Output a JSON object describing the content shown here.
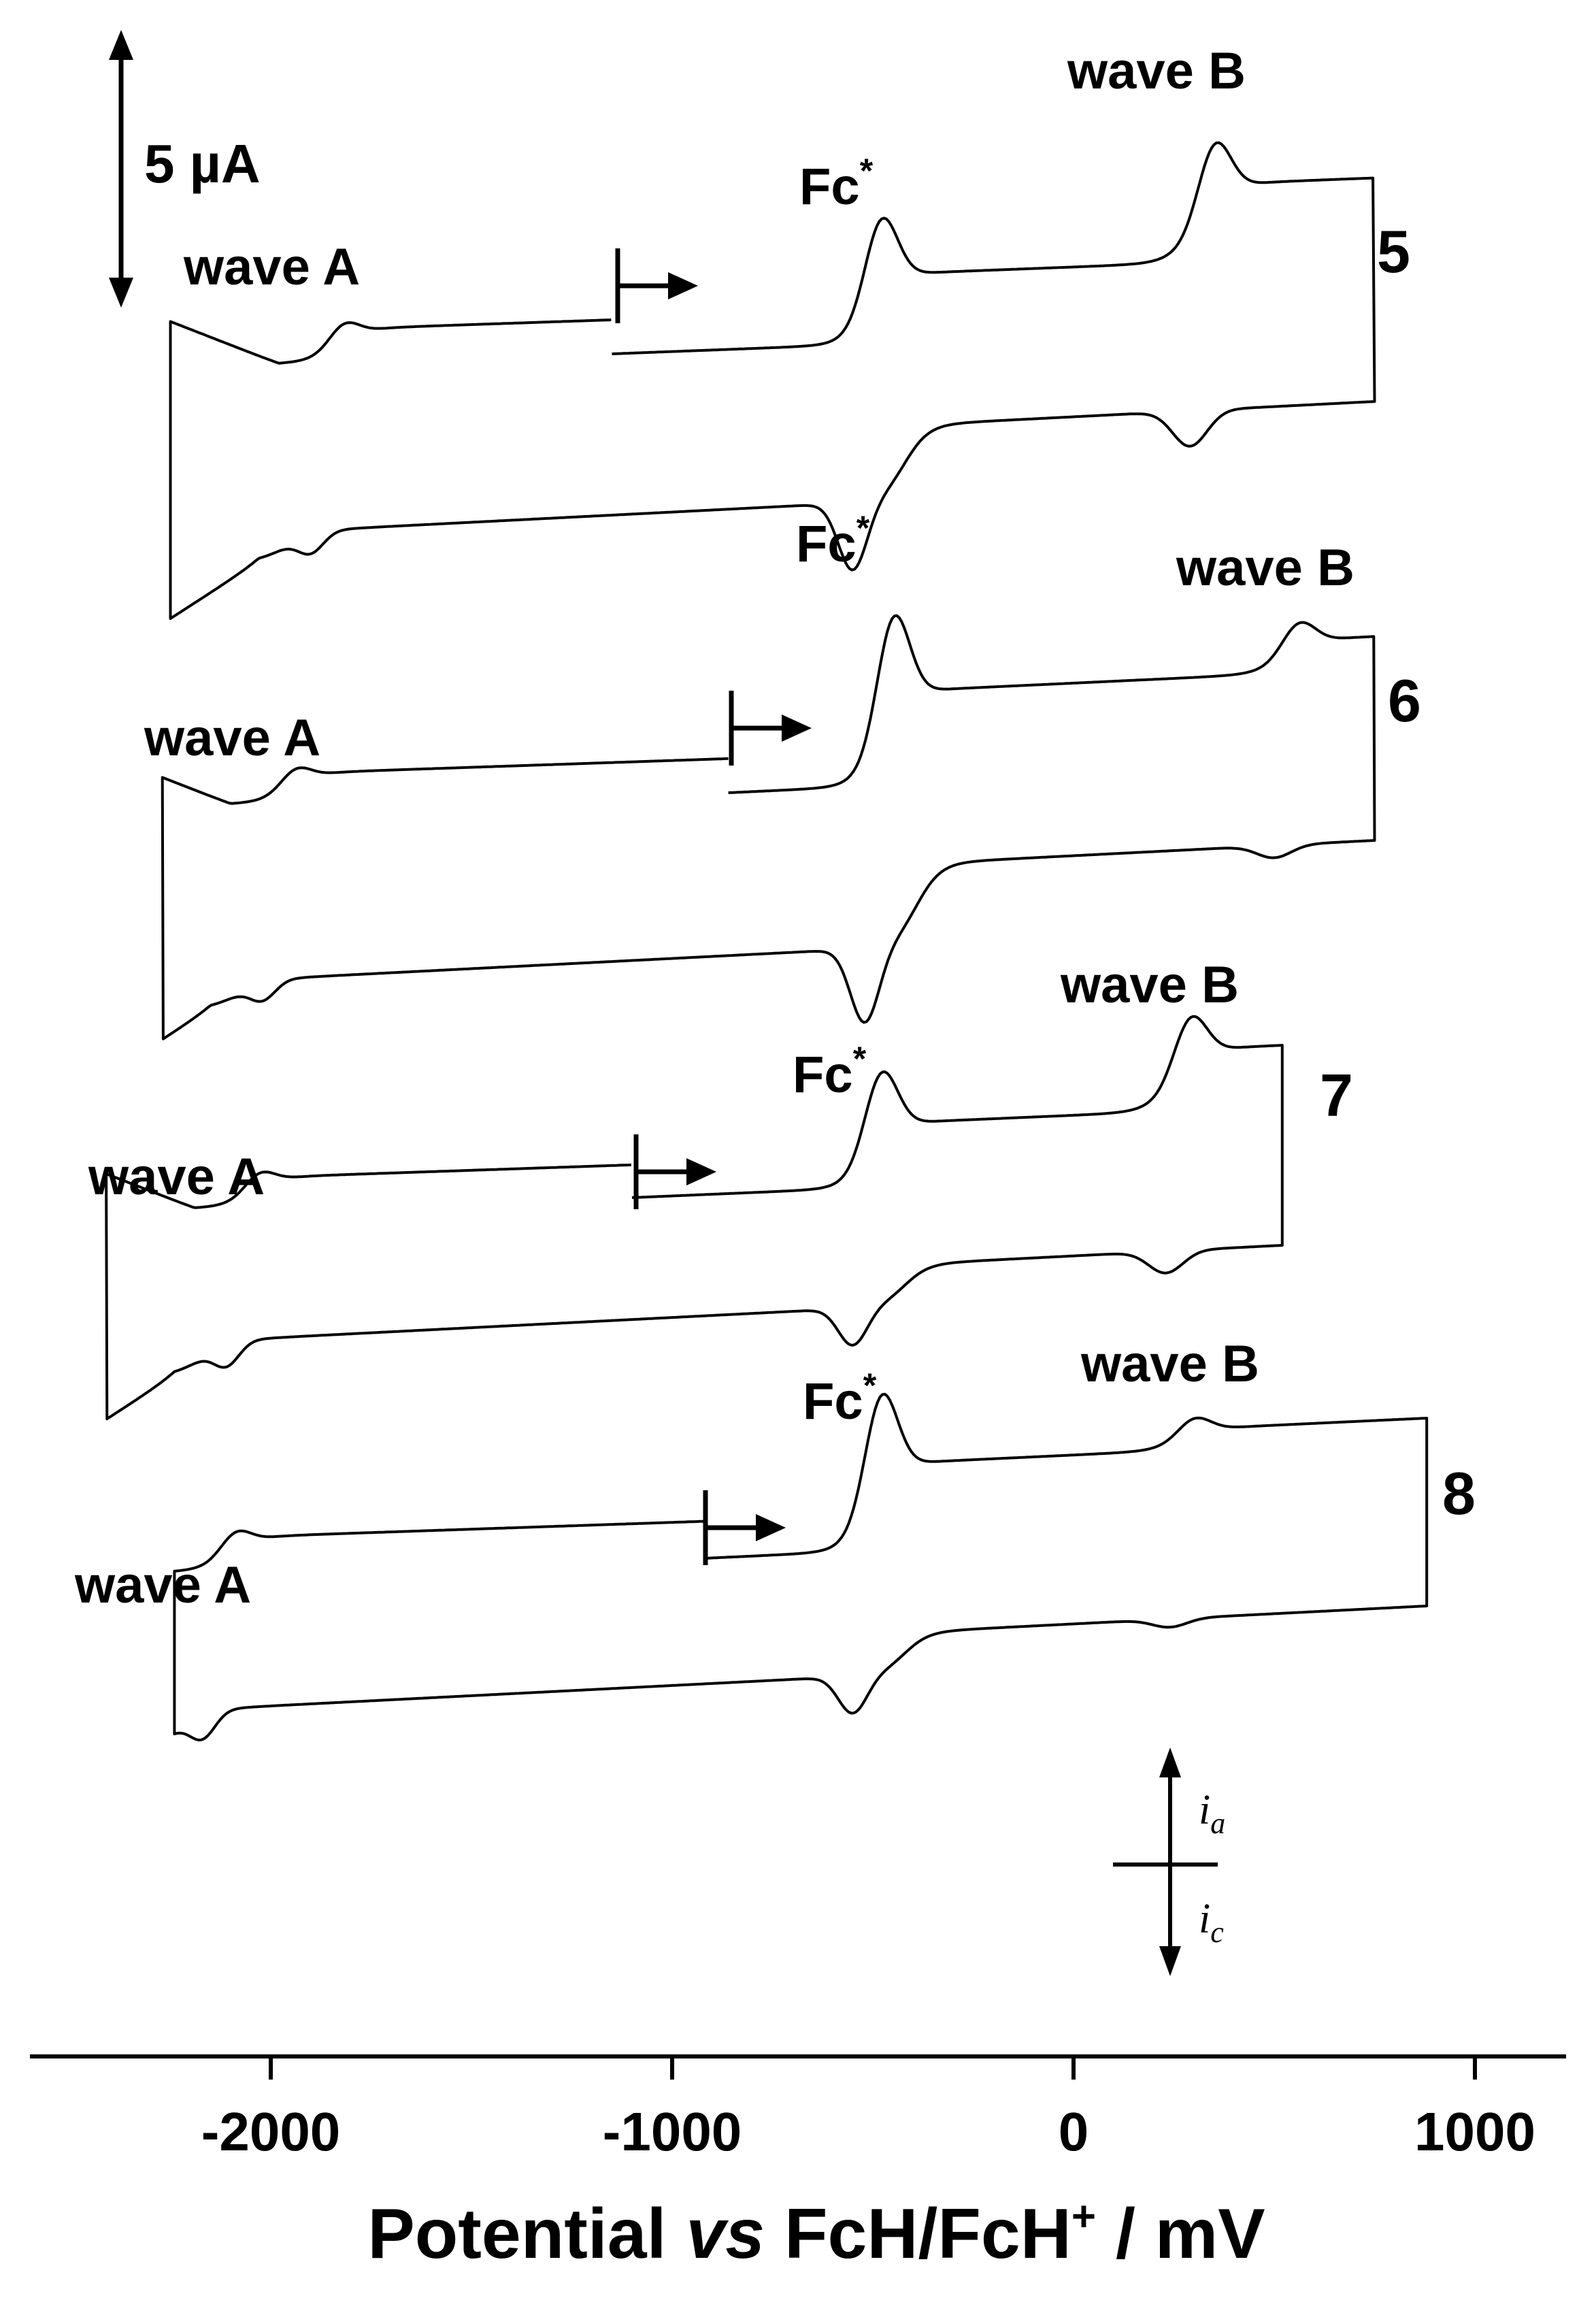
{
  "chart_data": {
    "type": "line",
    "title": "",
    "xlabel_parts": {
      "pre": "Potential ",
      "italic": "vs",
      "post": " FcH/FcH",
      "sup": "+",
      "tail": " / mV"
    },
    "xlim": [
      -2580,
      1200
    ],
    "x_ticks": [
      -2000,
      -1000,
      0,
      1000
    ],
    "x_tick_labels": [
      "-2000",
      "-1000",
      "0",
      "1000"
    ],
    "scale_bar": {
      "value": 5,
      "unit": "µA",
      "label": "5 µA"
    },
    "current_legend": {
      "anodic": "i",
      "anodic_sub": "a",
      "cathodic": "i",
      "cathodic_sub": "c"
    },
    "ref_label": "Fc",
    "ref_sup": "*",
    "series": [
      {
        "name": "5",
        "wave_a_label": "wave A",
        "wave_b_label": "wave B",
        "scan_start_mV": -1150,
        "switch_high_mV": 750,
        "switch_low_mV": -2250,
        "fc_peak_mV": -480,
        "wave_a_peak_mV": -1880,
        "wave_b_peak_mV": 350
      },
      {
        "name": "6",
        "wave_a_label": "wave A",
        "wave_b_label": "wave B",
        "scan_start_mV": -860,
        "switch_high_mV": 750,
        "switch_low_mV": -2270,
        "fc_peak_mV": -450,
        "wave_a_peak_mV": -2000,
        "wave_b_peak_mV": 560
      },
      {
        "name": "7",
        "wave_a_label": "wave A",
        "wave_b_label": "wave B",
        "scan_start_mV": -1100,
        "switch_high_mV": 520,
        "switch_low_mV": -2410,
        "fc_peak_mV": -480,
        "wave_a_peak_mV": -2090,
        "wave_b_peak_mV": 290
      },
      {
        "name": "8",
        "wave_a_label": "wave A",
        "wave_b_label": "wave B",
        "scan_start_mV": -920,
        "switch_high_mV": 880,
        "switch_low_mV": -2240,
        "fc_peak_mV": -480,
        "wave_a_peak_mV": -2150,
        "wave_b_peak_mV": 300
      }
    ]
  }
}
